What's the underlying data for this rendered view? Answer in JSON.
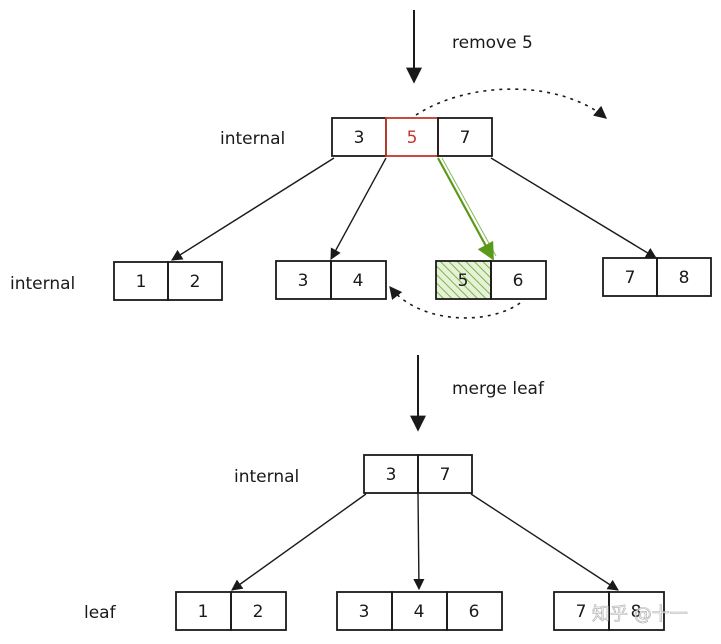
{
  "steps": {
    "step1": "remove 5",
    "step2": "merge leaf"
  },
  "before": {
    "root": {
      "label": "internal",
      "keys": [
        "3",
        "5",
        "7"
      ]
    },
    "children_label": "internal",
    "children": [
      {
        "keys": [
          "1",
          "2"
        ]
      },
      {
        "keys": [
          "3",
          "4"
        ]
      },
      {
        "keys": [
          "5",
          "6"
        ]
      },
      {
        "keys": [
          "7",
          "8"
        ]
      }
    ]
  },
  "after": {
    "root": {
      "label": "internal",
      "keys": [
        "3",
        "7"
      ]
    },
    "children_label": "leaf",
    "children": [
      {
        "keys": [
          "1",
          "2"
        ]
      },
      {
        "keys": [
          "3",
          "4",
          "6"
        ]
      },
      {
        "keys": [
          "7",
          "8"
        ]
      }
    ]
  },
  "watermark": "知乎 @十一",
  "colors": {
    "stroke": "#1a1a1a",
    "removed_key": "#c0392b",
    "removed_path": "#5a9a1a",
    "hatch": "#7fb24a"
  }
}
